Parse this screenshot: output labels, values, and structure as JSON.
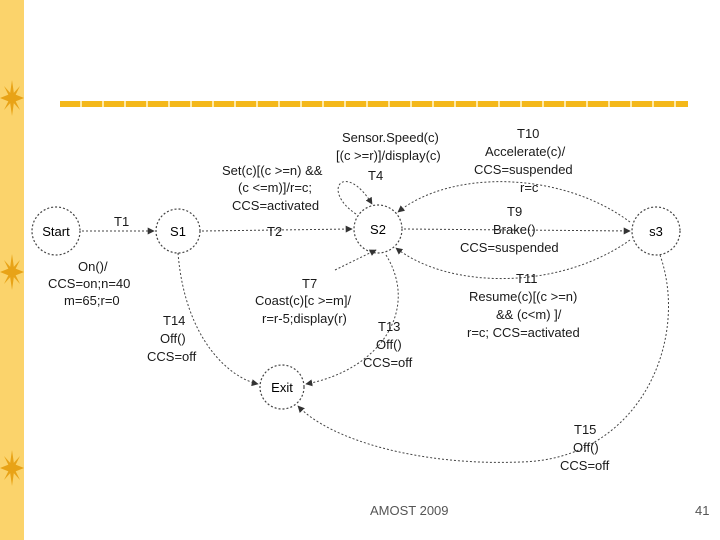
{
  "states": {
    "start": "Start",
    "s1": "S1",
    "s2": "S2",
    "s3": "s3",
    "exit": "Exit"
  },
  "transitions": {
    "t1": [
      "T1"
    ],
    "t2": [
      "T2"
    ],
    "on": [
      "On()/",
      "CCS=on;n=40",
      "m=65;r=0"
    ],
    "t4": [
      "Sensor.Speed(c)",
      "[(c >=r)]/display(c)"
    ],
    "t4_id": [
      "T4"
    ],
    "set": [
      "Set(c)[(c >=n) &&",
      "(c <=m)]/r=c;",
      "CCS=activated"
    ],
    "t10": [
      "T10",
      "Accelerate(c)/",
      "CCS=suspended",
      "r=c"
    ],
    "t9": [
      "T9",
      "Brake()",
      "CCS=suspended"
    ],
    "t11": [
      "T11",
      "Resume(c)[(c >=n)",
      "&& (c<m) ]/",
      "r=c; CCS=activated"
    ],
    "t7": [
      "T7",
      "Coast(c)[c >=m]/",
      "r=r-5;display(r)"
    ],
    "t13": [
      "T13",
      "Off()",
      "CCS=off"
    ],
    "t14": [
      "T14",
      "Off()",
      "CCS=off"
    ],
    "t15": [
      "T15",
      "Off()",
      "CCS=off"
    ]
  },
  "footer": {
    "left": "AMOST 2009",
    "right": "41"
  },
  "colors": {
    "sidebar": "#fbd36b",
    "star": "#e8a317",
    "rule": "#f4b81a"
  },
  "icons": {
    "sidebar-star": "sun-star-icon"
  }
}
